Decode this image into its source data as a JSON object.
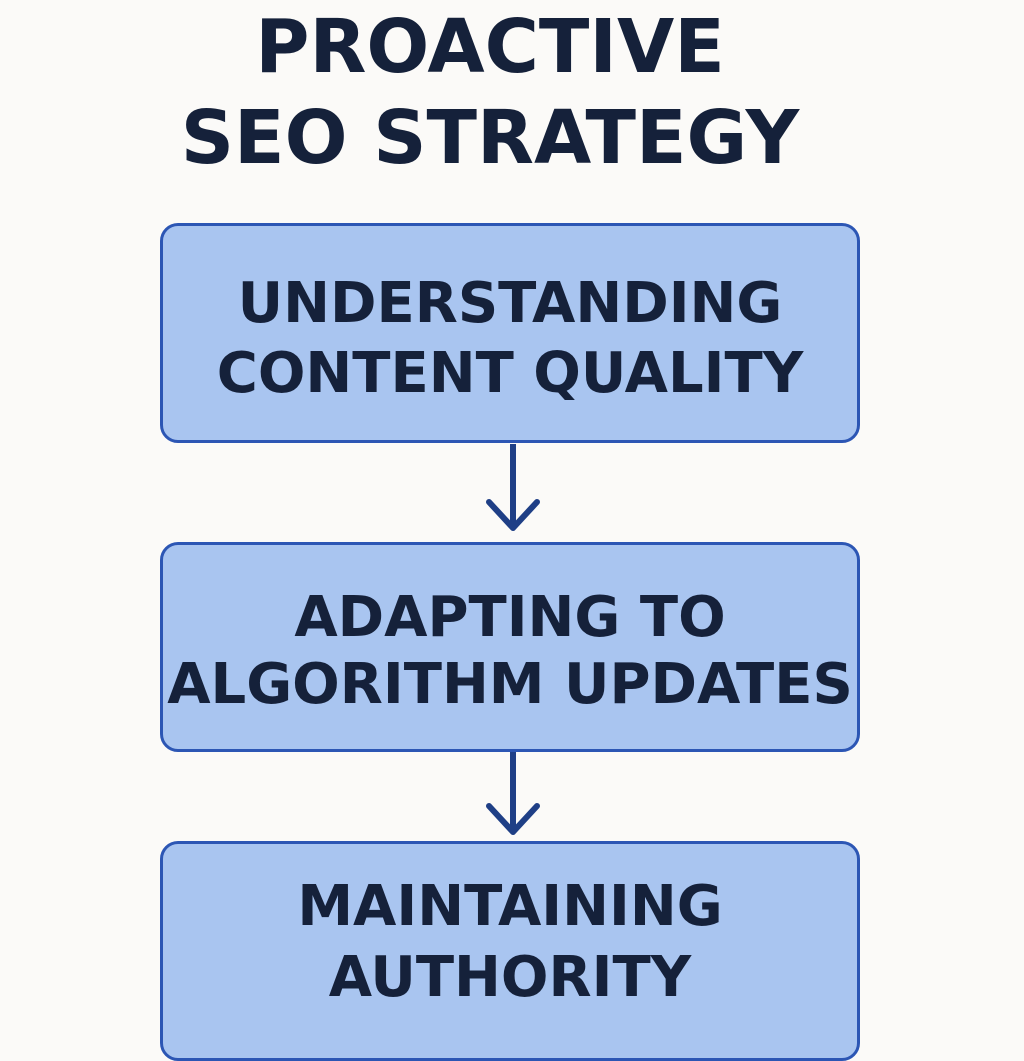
{
  "title": {
    "line1": "PROACTIVE",
    "line2": "SEO STRATEGY"
  },
  "steps": [
    {
      "line1": "UNDERSTANDING",
      "line2": "CONTENT QUALITY"
    },
    {
      "line1": "ADAPTING TO",
      "line2": "ALGORITHM UPDATES"
    },
    {
      "line1": "MAINTAINING",
      "line2": "AUTHORITY"
    }
  ],
  "colors": {
    "background": "#fbfaf8",
    "text": "#15213a",
    "box_fill": "#a9c5f0",
    "box_border": "#2c56b4",
    "arrow": "#1f3f86"
  },
  "connectors": [
    {
      "from": 0,
      "to": 1,
      "icon": "arrow-down-icon"
    },
    {
      "from": 1,
      "to": 2,
      "icon": "arrow-down-icon"
    }
  ]
}
